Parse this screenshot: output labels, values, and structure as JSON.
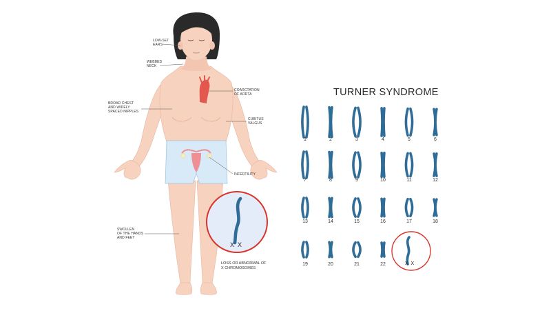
{
  "title": "TURNER SYNDROME",
  "labels": {
    "low_set_ears": "LOW-SET\nEARS",
    "webbed_neck": "WEBBED\nNECK",
    "broad_chest": "BROAD CHEST\nAND WIDELY\nSPACED NIPPLES",
    "coarctation": "COARCTATION\nOF AORTA",
    "cubitus_valgus": "CUBITUS\nVALGUS",
    "infertility": "INFERTILITY",
    "swollen": "SWOLLEN\nOF THE HANDS\nAND FEET",
    "loss_x": "LOSS OR ABNORMAL OF\nX CHROMOSOMES"
  },
  "chromosomes": [
    "1",
    "2",
    "3",
    "4",
    "5",
    "6",
    "7",
    "8",
    "9",
    "10",
    "11",
    "12",
    "13",
    "14",
    "15",
    "16",
    "17",
    "18",
    "19",
    "20",
    "21",
    "22"
  ],
  "sex_marks": {
    "big": "X  X",
    "small": "x  x"
  },
  "colors": {
    "skin": "#f6d2bf",
    "skin_shade": "#edbca5",
    "hair": "#2a2a2a",
    "shorts": "#d8eaf7",
    "chromosome": "#2f6d98",
    "circle": "#d8342c",
    "aorta": "#e2584f",
    "uterus": "#ee8f95"
  }
}
